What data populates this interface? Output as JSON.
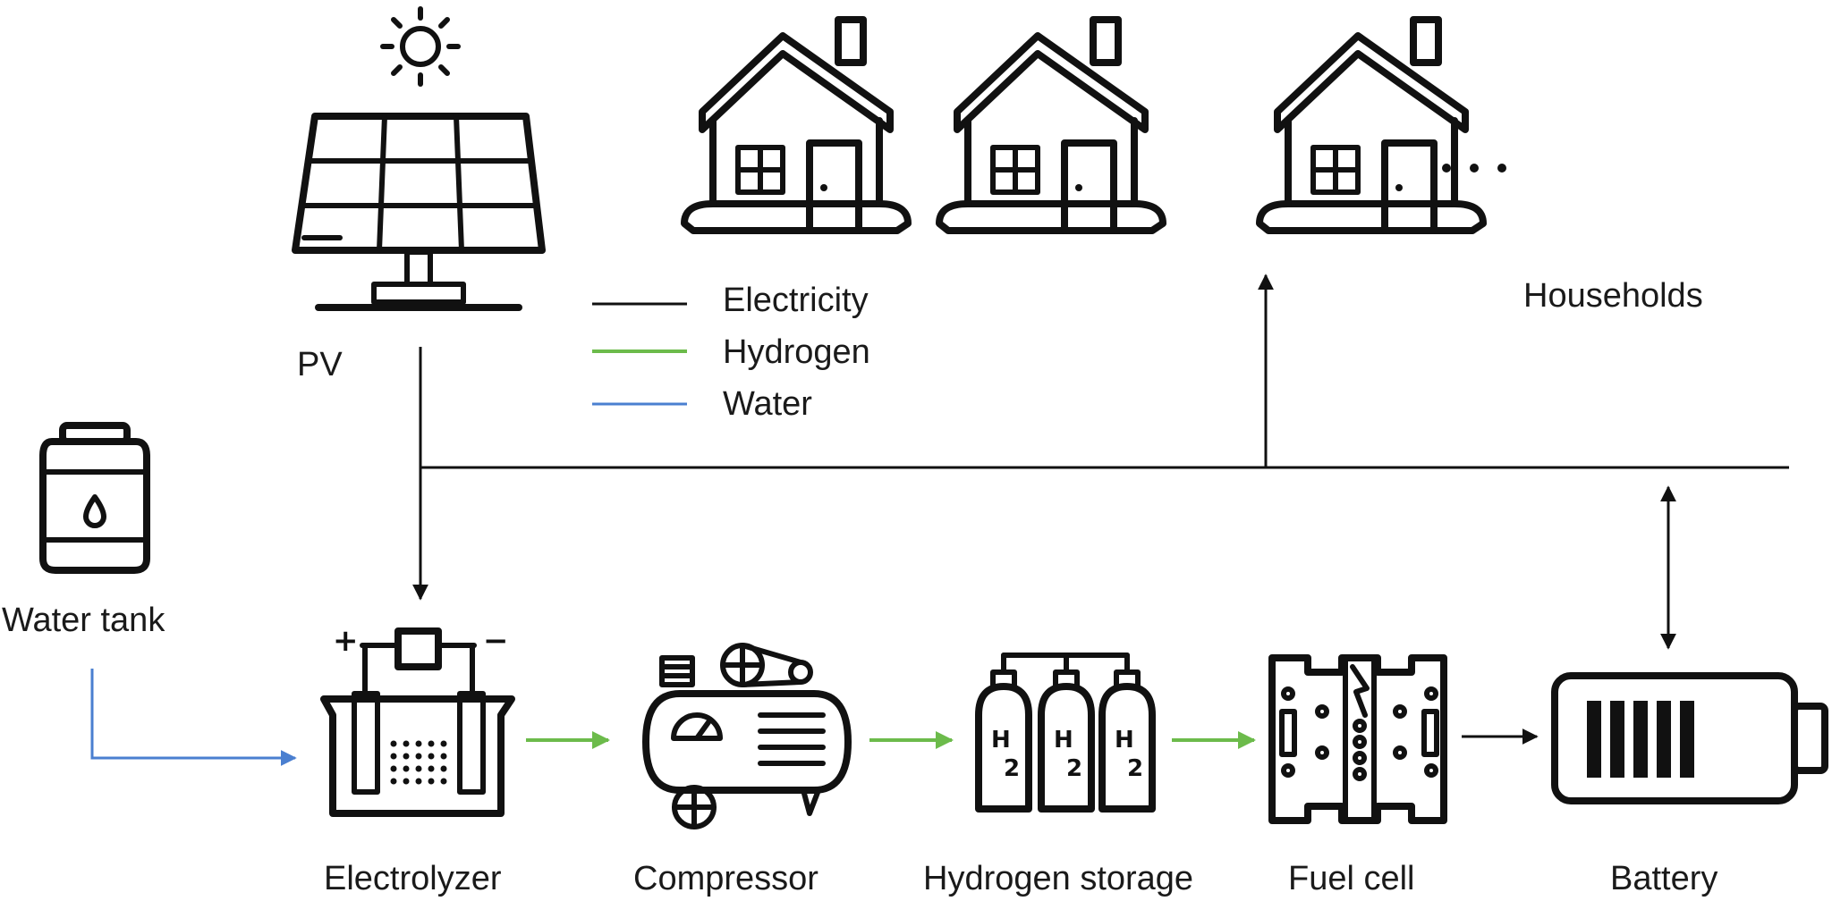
{
  "legend": {
    "electricity": "Electricity",
    "hydrogen": "Hydrogen",
    "water": "Water"
  },
  "labels": {
    "pv": "PV",
    "water_tank": "Water tank",
    "households": "Households",
    "electrolyzer": "Electrolyzer",
    "compressor": "Compressor",
    "hydrogen_storage": "Hydrogen storage",
    "fuel_cell": "Fuel cell",
    "battery": "Battery"
  },
  "icon_text": {
    "plus": "+",
    "minus": "−",
    "h2_symbol": "H",
    "h2_subscript": "2"
  },
  "colors": {
    "electricity": "#111111",
    "hydrogen": "#6cbb4b",
    "water": "#4a7fd0"
  }
}
